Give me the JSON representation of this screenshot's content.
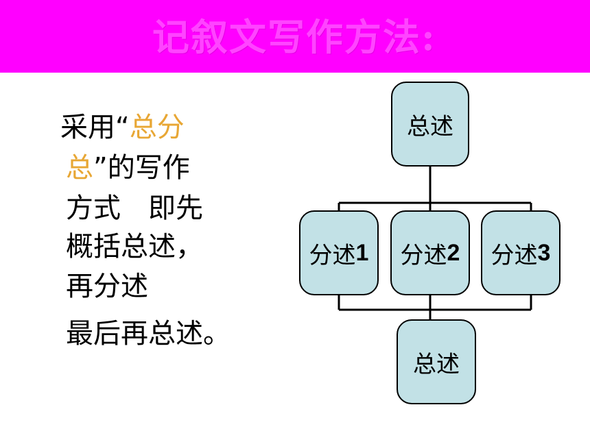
{
  "banner": {
    "title": "记叙文写作方法:",
    "background": "#ff00ff"
  },
  "body_text": {
    "line1_a": "采用“",
    "line1_hl": "总分",
    "line2_hl": "总",
    "line2_b": "”的写作",
    "line3": "方式　即先",
    "line4": "概括总述，",
    "line5": "再分述",
    "line6": "最后再总述。",
    "highlight_color": "#e8a735"
  },
  "diagram": {
    "top_node": {
      "label": "总述"
    },
    "sub_nodes": [
      {
        "label": "分述",
        "num": "1"
      },
      {
        "label": "分述",
        "num": "2"
      },
      {
        "label": "分述",
        "num": "3"
      }
    ],
    "bottom_node": {
      "label": "总述"
    },
    "node_fill": "#c2e1e6"
  }
}
